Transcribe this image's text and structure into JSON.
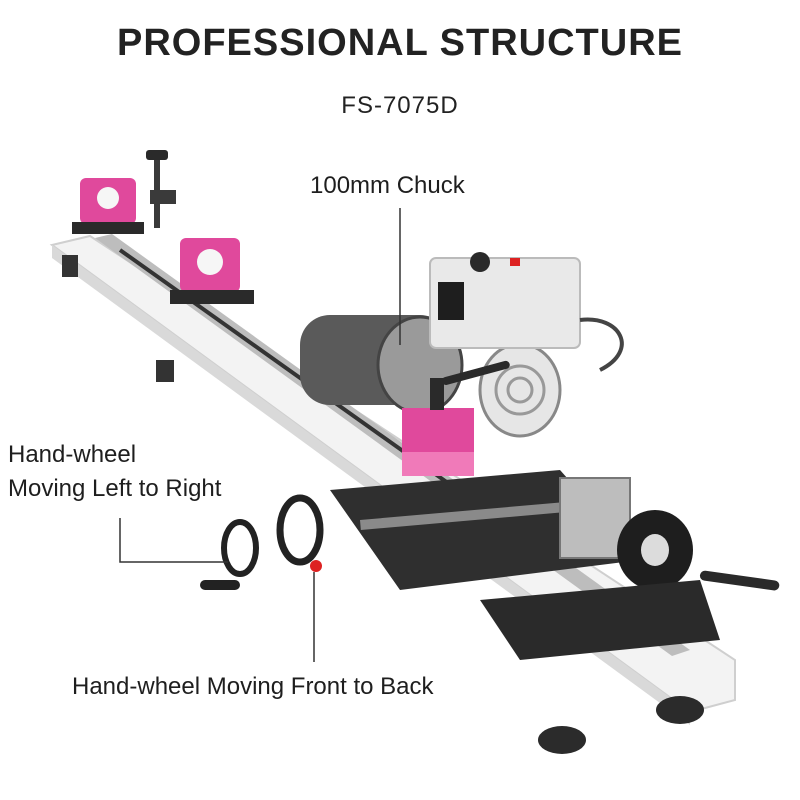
{
  "header": {
    "title": "PROFESSIONAL STRUCTURE",
    "model": "FS-7075D"
  },
  "callouts": {
    "chuck": "100mm Chuck",
    "handwheel_lr_line1": "Hand-wheel",
    "handwheel_lr_line2": "Moving Left to Right",
    "handwheel_fb": "Hand-wheel Moving Front to Back"
  },
  "colors": {
    "accent_pink": "#e0499c",
    "metal_dark": "#2a2a2a",
    "rail_white": "#f2f2f2",
    "guide_green": "#1f8a4c"
  }
}
